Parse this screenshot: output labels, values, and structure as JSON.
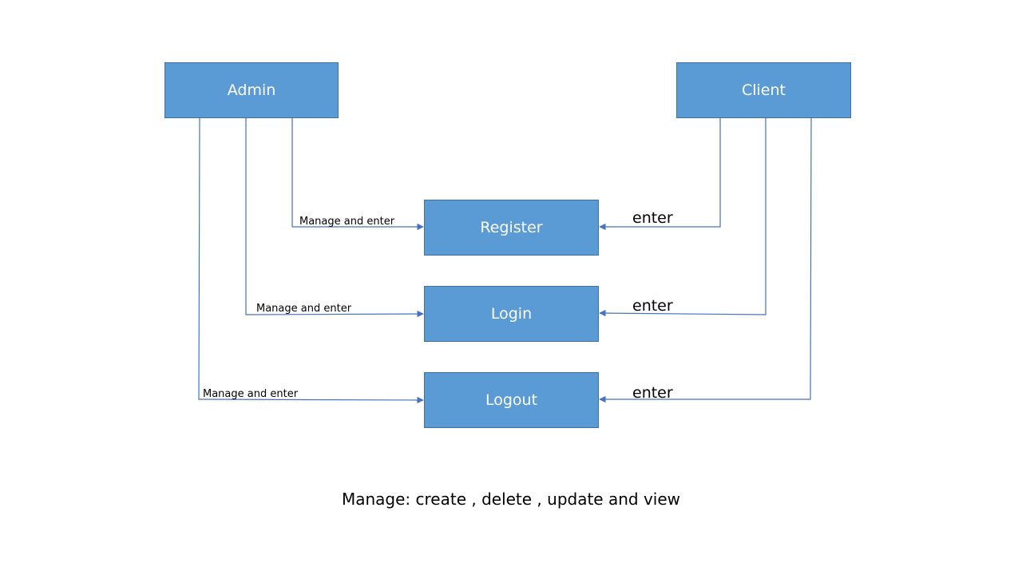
{
  "nodes": {
    "admin": "Admin",
    "client": "Client",
    "register": "Register",
    "login": "Login",
    "logout": "Logout"
  },
  "edge_labels": {
    "admin_register": "Manage and enter",
    "admin_login": "Manage and enter",
    "admin_logout": "Manage and enter",
    "client_register": "enter",
    "client_login": "enter",
    "client_logout": "enter"
  },
  "footnote": "Manage: create , delete , update and view",
  "colors": {
    "box_fill": "#5b9bd5",
    "box_border": "#41719c",
    "connector": "#4472c4"
  }
}
